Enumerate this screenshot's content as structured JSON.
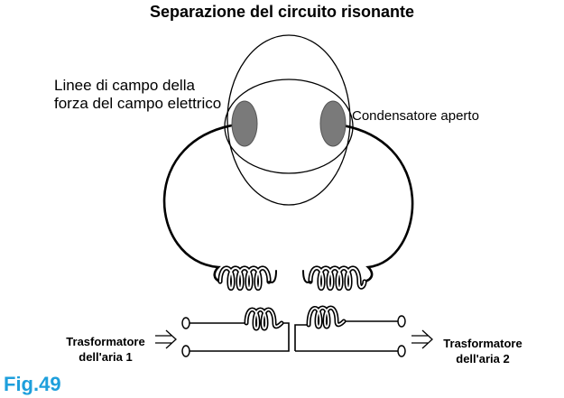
{
  "title": "Separazione del circuito risonante",
  "labels": {
    "field_lines_line1": "Linee di campo della",
    "field_lines_line2": "forza del campo elettrico",
    "open_capacitor": "Condensatore aperto",
    "transformer_1_line1": "Trasformatore",
    "transformer_1_line2": "dell'aria 1",
    "transformer_2_line1": "Trasformatore",
    "transformer_2_line2": "dell'aria 2",
    "figure": "Fig.49"
  },
  "colors": {
    "capacitor_plate": "#7a7a7a",
    "figure_label": "#1e9fdc",
    "lines": "#000000"
  }
}
